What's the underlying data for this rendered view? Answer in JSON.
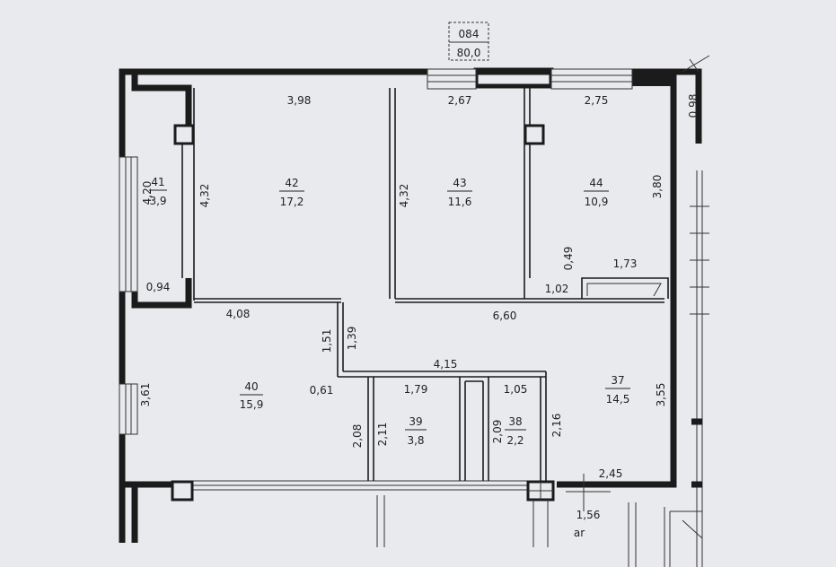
{
  "apartment": {
    "number": "084",
    "total_area": "80,0"
  },
  "rooms": [
    {
      "id": "r40",
      "number": "40",
      "area": "15,9"
    },
    {
      "id": "r41",
      "number": "41",
      "area": "3,9"
    },
    {
      "id": "r42",
      "number": "42",
      "area": "17,2"
    },
    {
      "id": "r43",
      "number": "43",
      "area": "11,6"
    },
    {
      "id": "r44",
      "number": "44",
      "area": "10,9"
    },
    {
      "id": "r37",
      "number": "37",
      "area": "14,5"
    },
    {
      "id": "r38",
      "number": "38",
      "area": "2,2"
    },
    {
      "id": "r39",
      "number": "39",
      "area": "3,8"
    }
  ],
  "dimensions": [
    "3,98",
    "2,67",
    "2,75",
    "0,98",
    "4,32",
    "4,32",
    "3,80",
    "4,20",
    "0,94",
    "0,49",
    "1,73",
    "1,02",
    "4,08",
    "6,60",
    "1,51",
    "1,39",
    "4,15",
    "3,61",
    "0,61",
    "1,79",
    "1,05",
    "3,55",
    "2,08",
    "2,11",
    "2,09",
    "2,16",
    "2,45",
    "1,56"
  ],
  "marks": {
    "ar": "ar"
  }
}
